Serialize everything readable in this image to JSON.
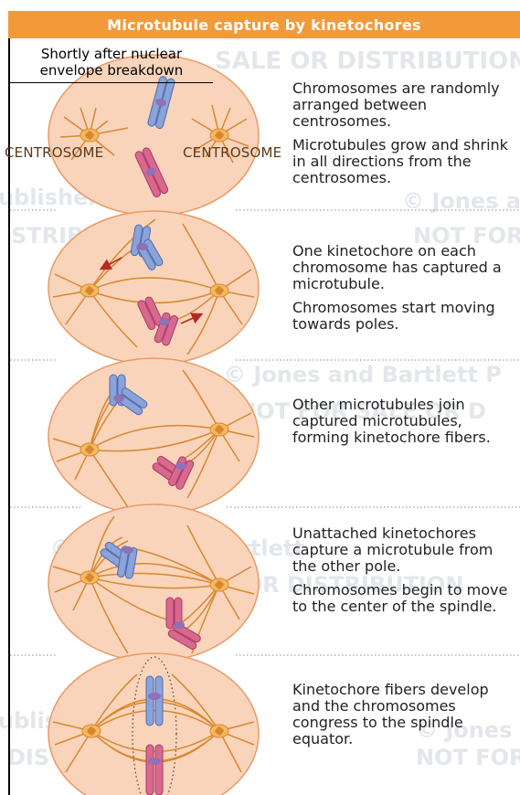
{
  "title": "Microtubule capture by kinetochores",
  "stage_label": "Shortly after nuclear envelope breakdown",
  "centrosome_label": "CENTROSOME",
  "watermarks": [
    "SALE OR DISTRIBUTION",
    "ublishers",
    "© Jones a",
    "STRIBUTION",
    "NOT FOR",
    "© Jones and Bartlett P",
    "NOT FOR SALE OR D",
    "© Jones and Bartlett",
    "NOT FOR SALE OR DISTRIBUTION",
    "ublishers",
    "© Jones a",
    "DISTRIBUTION",
    "NOT FOR"
  ],
  "steps": [
    {
      "lines": [
        "Chromosomes are randomly arranged between centrosomes.",
        "Microtubules grow and shrink in all directions from the centrosomes."
      ]
    },
    {
      "lines": [
        "One kinetochore on each chromosome has captured a microtubule.",
        "Chromosomes start moving towards poles."
      ]
    },
    {
      "lines": [
        "Other microtubules join captured microtubules, forming kinetochore fibers."
      ]
    },
    {
      "lines": [
        "Unattached kinetochores capture a microtubule from the other pole.",
        "Chromosomes begin to move to the center of the spindle."
      ]
    },
    {
      "lines": [
        "Kinetochore fibers develop and the chromosomes congress to the spindle equator."
      ]
    }
  ],
  "colors": {
    "header": "#f29a3a",
    "cell_fill": "#f9d4bb",
    "cell_stroke": "#e89a64",
    "microtubule": "#d9872e",
    "centrosome": "#f5b860",
    "chromosome_blue": "#8aa3d8",
    "chromosome_pink": "#d9688f",
    "kinetochore": "#9070b8",
    "arrow": "#b52a23"
  }
}
